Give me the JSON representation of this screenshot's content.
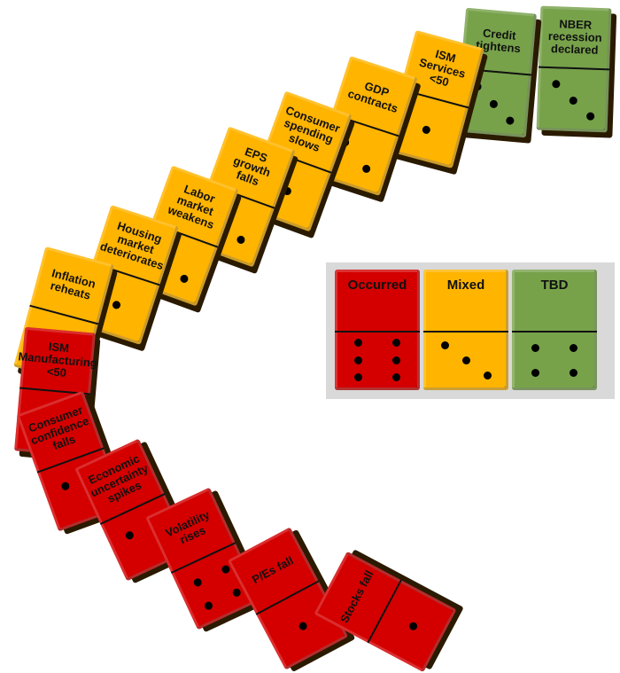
{
  "colors": {
    "occurred": "#d40000",
    "mixed": "#ffb400",
    "tbd": "#77a24a"
  },
  "dominoes": [
    {
      "label": "NBER recession declared",
      "status": "tbd",
      "pips": 3
    },
    {
      "label": "Credit tightens",
      "status": "tbd",
      "pips": 3
    },
    {
      "label": "ISM Services <50",
      "status": "mixed",
      "pips": 1
    },
    {
      "label": "GDP contracts",
      "status": "mixed",
      "pips": 2
    },
    {
      "label": "Consumer spending slows",
      "status": "mixed",
      "pips": 1
    },
    {
      "label": "EPS growth falls",
      "status": "mixed",
      "pips": 2
    },
    {
      "label": "Labor market weakens",
      "status": "mixed",
      "pips": 2
    },
    {
      "label": "Housing market deteriorates",
      "status": "mixed",
      "pips": 1
    },
    {
      "label": "Inflation reheats",
      "status": "mixed",
      "pips": 1
    },
    {
      "label": "ISM Manufacturing <50",
      "status": "occurred",
      "pips": 1
    },
    {
      "label": "Consumer confidence falls",
      "status": "occurred",
      "pips": 2
    },
    {
      "label": "Economic uncertainty spikes",
      "status": "occurred",
      "pips": 2
    },
    {
      "label": "Volatility rises",
      "status": "occurred",
      "pips": 4
    },
    {
      "label": "P/Es fall",
      "status": "occurred",
      "pips": 1
    },
    {
      "label": "Stocks fall",
      "status": "occurred",
      "pips": 1
    }
  ],
  "legend": [
    {
      "label": "Occurred",
      "status": "occurred",
      "pips": 6
    },
    {
      "label": "Mixed",
      "status": "mixed",
      "pips": 3
    },
    {
      "label": "TBD",
      "status": "tbd",
      "pips": 4
    }
  ]
}
